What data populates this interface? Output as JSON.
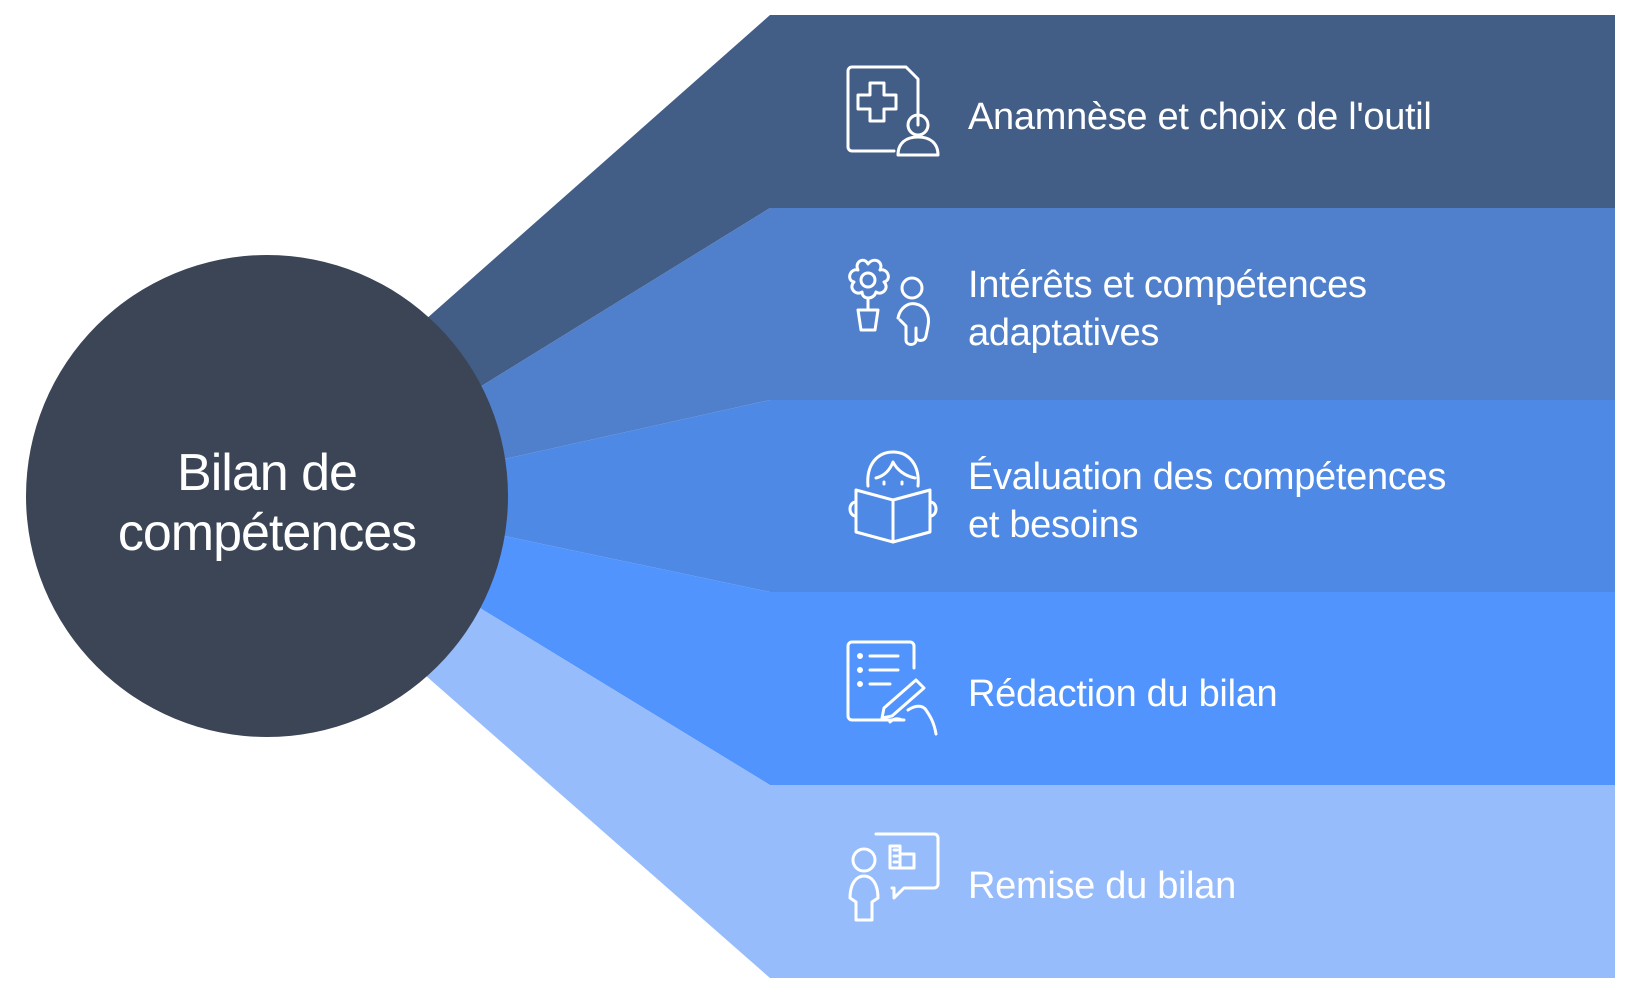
{
  "hub": {
    "title_line1": "Bilan de",
    "title_line2": "compétences",
    "color": "#3b4556"
  },
  "steps": [
    {
      "line1": "Anamnèse et choix de l'outil",
      "line2": "",
      "icon": "medical-file-patient-icon",
      "color": "#425d86"
    },
    {
      "line1": "Intérêts et compétences",
      "line2": "adaptatives",
      "icon": "flower-child-icon",
      "color": "#507fcb"
    },
    {
      "line1": "Évaluation des compétences",
      "line2": "et besoins",
      "icon": "person-reading-book-icon",
      "color": "#4e89e5"
    },
    {
      "line1": "Rédaction du bilan",
      "line2": "",
      "icon": "writing-report-icon",
      "color": "#5294fd"
    },
    {
      "line1": "Remise du bilan",
      "line2": "",
      "icon": "presenting-report-icon",
      "color": "#96bcfc"
    }
  ]
}
